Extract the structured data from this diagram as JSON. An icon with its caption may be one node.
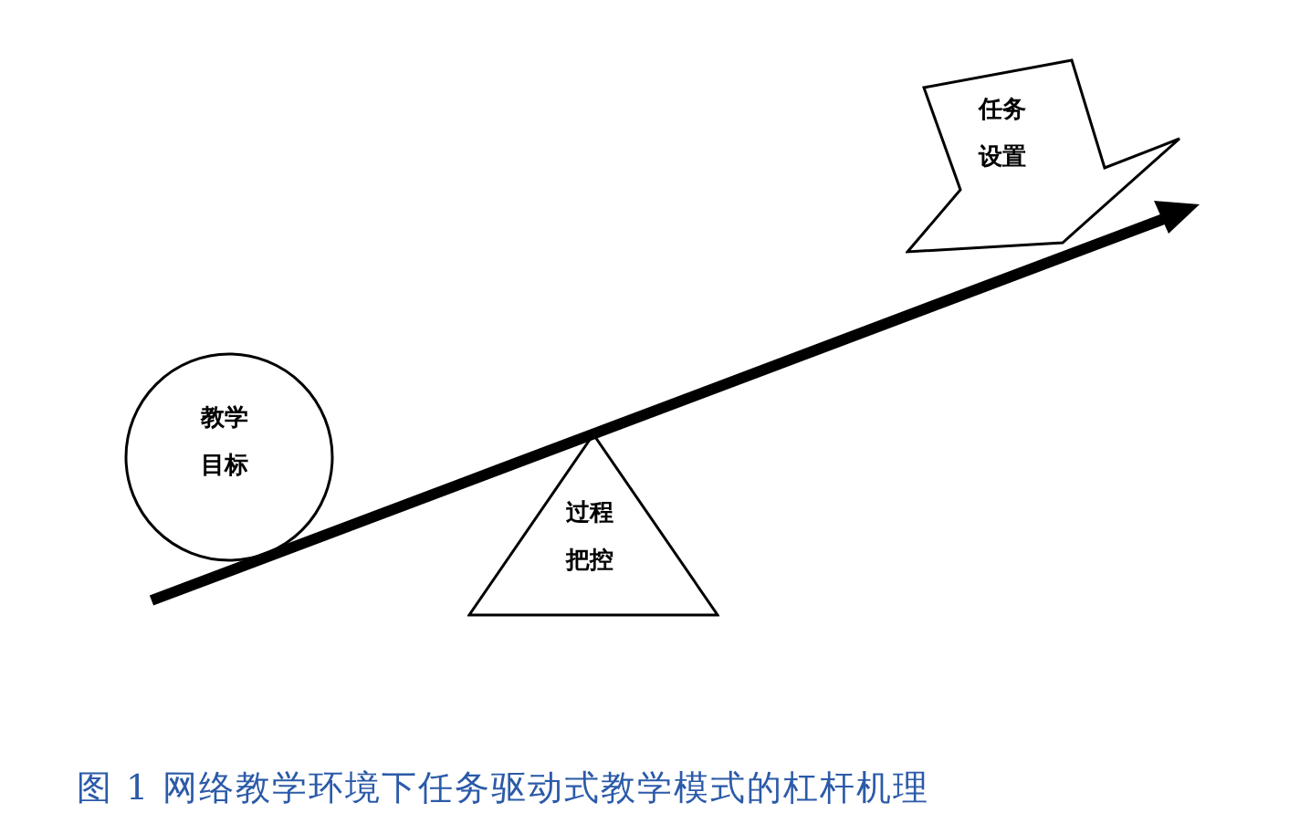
{
  "diagram": {
    "caption": "图 1 网络教学环境下任务驱动式教学模式的杠杆机理",
    "nodes": [
      {
        "text": [
          "任务设置"
        ]
      },
      {
        "text": [
          "教学目标"
        ]
      },
      {
        "text": [
          "过程把控"
        ]
      }
    ],
    "edges": []
  }
}
